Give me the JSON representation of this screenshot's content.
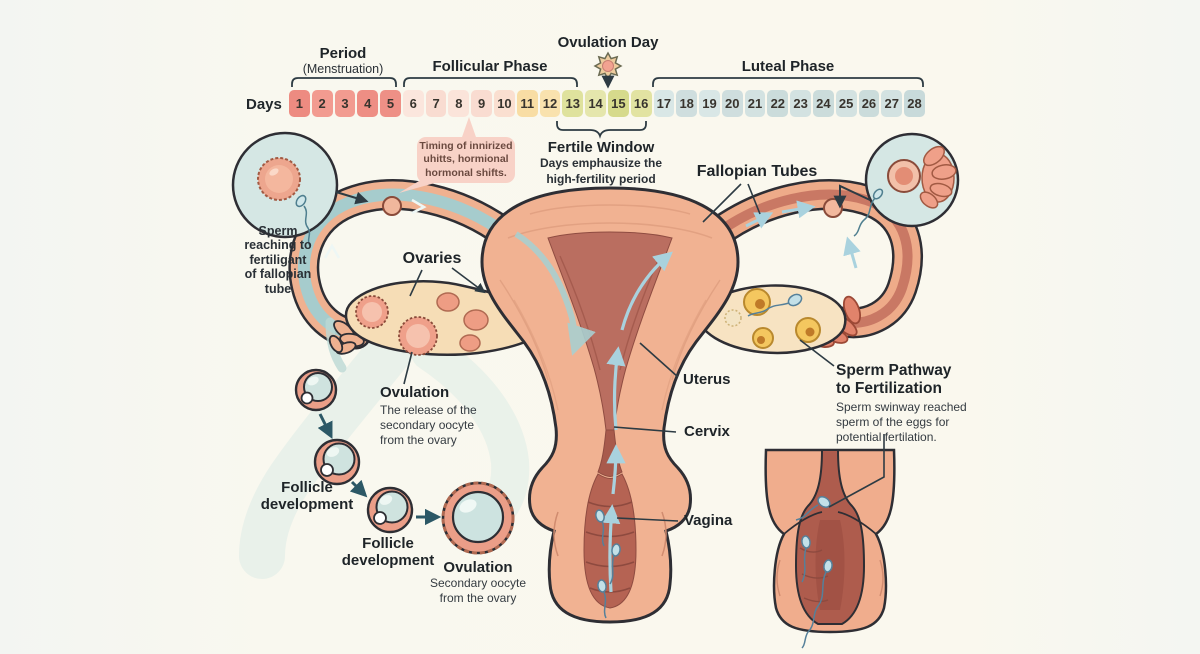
{
  "colors": {
    "background": "#faf8ee",
    "ink_outline": "#2e2e34",
    "label_text": "#1e2428",
    "anatomy_salmon": "#f1b292",
    "cavity_red": "#ba6e60",
    "tube_teal_channel": "#a6cccd",
    "pale_teal_wash": "#dcebe5",
    "inset_background": "#d5e7e4",
    "bubble_pink": "#f8d2c7",
    "sperm_blue": "#c3e0e8",
    "arrow_blue": "#a9d2de",
    "ovary_cream": "#f6ddb6",
    "follicle_yellow": "#f4c75f",
    "period_red": "#ed8b81",
    "follicular_pink": "#f9dcd1",
    "fertile_green": "#dfe29d",
    "luteal_blue": "#d3e2e1"
  },
  "calendar": {
    "days_label": "Days",
    "phase_period_title": "Period",
    "phase_period_sub": "(Menstruation)",
    "phase_follicular": "Follicular Phase",
    "phase_ovulation": "Ovulation Day",
    "phase_luteal": "Luteal Phase",
    "fertile_title": "Fertile Window",
    "fertile_body": [
      "Days emphausize the",
      "high-fertility period"
    ],
    "days": [
      {
        "n": "1",
        "color": "#ed8b81"
      },
      {
        "n": "2",
        "color": "#f29b90"
      },
      {
        "n": "3",
        "color": "#f29b90"
      },
      {
        "n": "4",
        "color": "#ee8e84"
      },
      {
        "n": "5",
        "color": "#ee9086"
      },
      {
        "n": "6",
        "color": "#fbe6dd"
      },
      {
        "n": "7",
        "color": "#f9dcd1"
      },
      {
        "n": "8",
        "color": "#fbe4da"
      },
      {
        "n": "9",
        "color": "#f9dcd1"
      },
      {
        "n": "10",
        "color": "#fadfd0"
      },
      {
        "n": "11",
        "color": "#f8dda4"
      },
      {
        "n": "12",
        "color": "#f9e2ae"
      },
      {
        "n": "13",
        "color": "#dfe29d"
      },
      {
        "n": "14",
        "color": "#e5e6ac"
      },
      {
        "n": "15",
        "color": "#d6da8c"
      },
      {
        "n": "16",
        "color": "#e2e3a2"
      },
      {
        "n": "17",
        "color": "#d9e7e6"
      },
      {
        "n": "18",
        "color": "#cfdede"
      },
      {
        "n": "19",
        "color": "#d9e7e6"
      },
      {
        "n": "20",
        "color": "#cfdede"
      },
      {
        "n": "21",
        "color": "#d3e2e1"
      },
      {
        "n": "22",
        "color": "#cbdcdb"
      },
      {
        "n": "23",
        "color": "#d3e2e1"
      },
      {
        "n": "24",
        "color": "#cbdcdb"
      },
      {
        "n": "25",
        "color": "#d3e2e1"
      },
      {
        "n": "26",
        "color": "#cbdcdb"
      },
      {
        "n": "27",
        "color": "#d3e2e1"
      },
      {
        "n": "28",
        "color": "#c8dada"
      }
    ]
  },
  "bubble": {
    "text": [
      "Timing of innirized",
      "uhitts, hormional",
      "hormonal shifts."
    ]
  },
  "anatomy": {
    "sperm_reaching": [
      "Sperm",
      "reaching to",
      "fertiligant",
      "of fallopian",
      "tube"
    ],
    "ovaries": "Ovaries",
    "fallopian_tubes": "Fallopian Tubes",
    "uterus": "Uterus",
    "cervix": "Cervix",
    "vagina": "Vagina",
    "ovulation_mid_title": "Ovulation",
    "ovulation_mid_body": [
      "The release of the",
      "secondary oocyte",
      "from the ovary"
    ],
    "follicle_dev_1": [
      "Follicle",
      "development"
    ],
    "follicle_dev_2": [
      "Follicle",
      "development"
    ],
    "ovulation_bottom_title": "Ovulation",
    "ovulation_bottom_body": [
      "Secondary oocyte",
      "from the ovary"
    ],
    "sperm_pathway_title": [
      "Sperm Pathway",
      "to Fertilization"
    ],
    "sperm_pathway_body": [
      "Sperm swinway reached",
      "sperm of the eggs for",
      "potential fertilation."
    ]
  }
}
